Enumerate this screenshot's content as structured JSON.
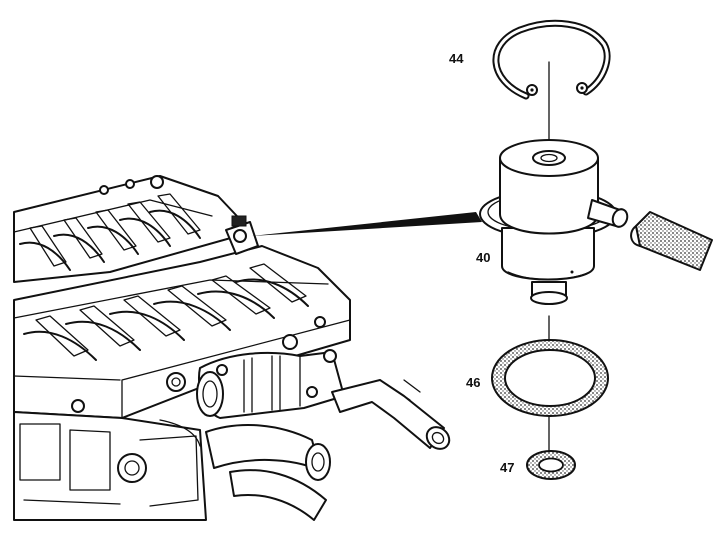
{
  "callouts": {
    "c44": "44",
    "c40": "40",
    "c46": "46",
    "c47": "47"
  },
  "colors": {
    "ink": "#111111",
    "paper": "#ffffff",
    "gasket_fill": "#cfcfcf"
  }
}
